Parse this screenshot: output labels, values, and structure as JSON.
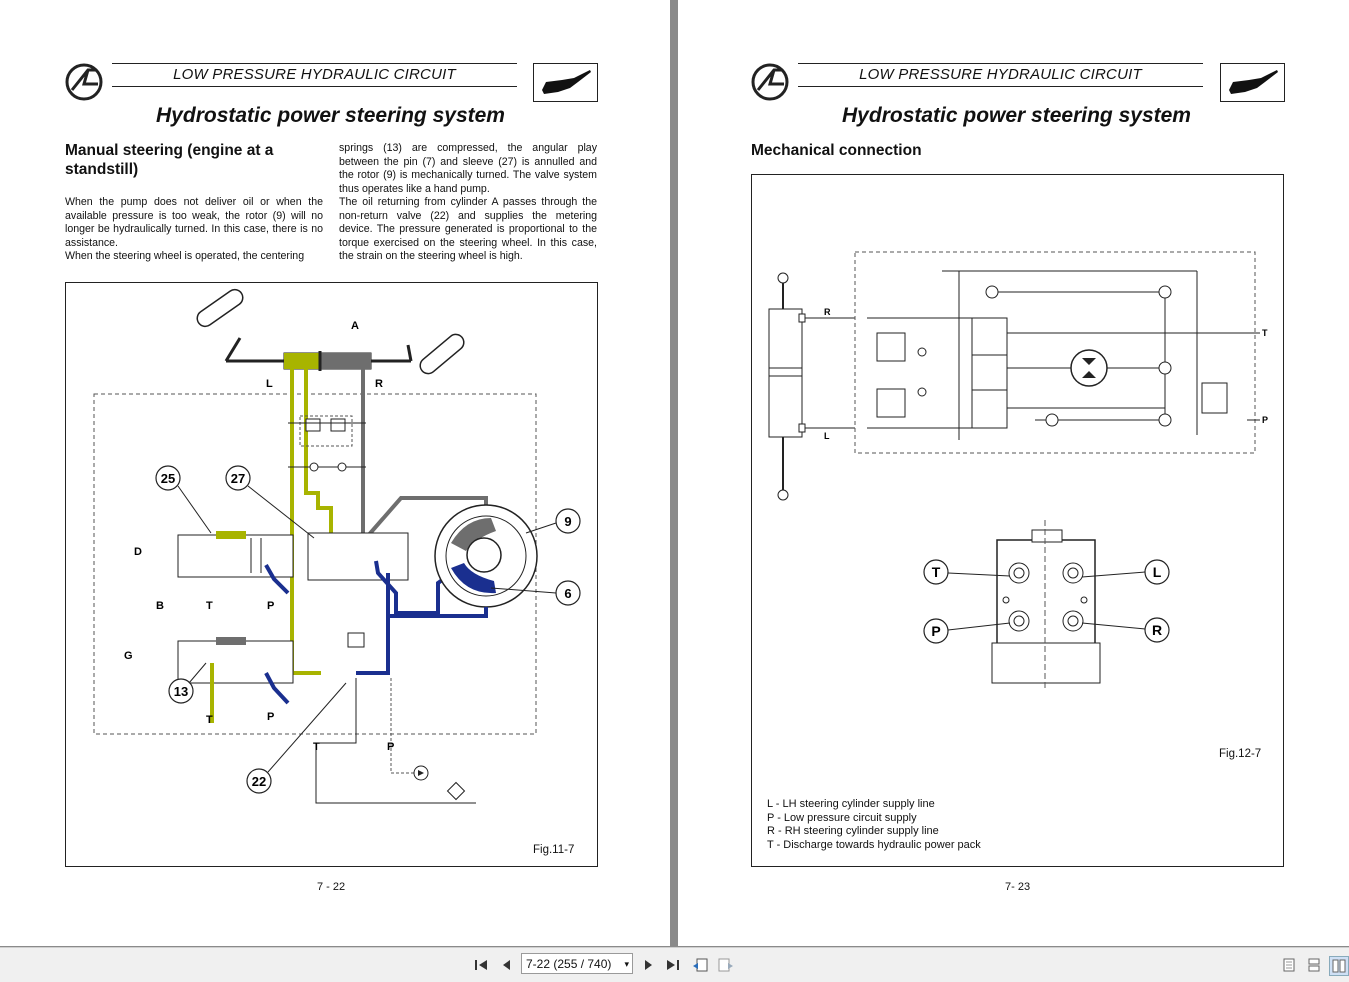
{
  "left_page": {
    "header_title": "LOW PRESSURE HYDRAULIC CIRCUIT",
    "main_title": "Hydrostatic power steering system",
    "section_heading": "Manual steering (engine at a standstill)",
    "col1_para1": "When the pump does not deliver oil or when the available pressure is too weak, the rotor (9) will no longer be hydraulically turned. In this case, there is no assistance.",
    "col1_para2": "When the steering wheel is operated, the centering",
    "col2_para1": "springs (13) are compressed, the angular play between the pin (7) and sleeve (27) is annulled and the rotor (9) is mechanically turned. The valve system thus operates like a hand pump.",
    "col2_para2": "The oil returning from cylinder A passes through the non-return valve (22) and supplies the metering device. The pressure generated is proportional to the torque exercised on the steering wheel. In this case, the strain on the steering wheel is high.",
    "figure": {
      "caption": "Fig.11-7",
      "labels": {
        "A": "A",
        "L": "L",
        "R": "R",
        "D": "D",
        "B": "B",
        "G": "G",
        "T1": "T",
        "P1": "P",
        "T2": "T",
        "P2": "P",
        "T3": "T",
        "P3": "P",
        "n25": "25",
        "n27": "27",
        "n9": "9",
        "n6": "6",
        "n13": "13",
        "n22": "22"
      }
    },
    "page_number": "7 - 22"
  },
  "right_page": {
    "header_title": "LOW PRESSURE HYDRAULIC CIRCUIT",
    "main_title": "Hydrostatic power steering system",
    "section_heading": "Mechanical connection",
    "figure": {
      "caption": "Fig.12-7",
      "labels": {
        "R": "R",
        "L": "L",
        "T": "T",
        "P": "P",
        "cT": "T",
        "cL": "L",
        "cP": "P",
        "cR": "R"
      }
    },
    "legend": [
      "L  - LH steering cylinder supply line",
      "P  - Low pressure circuit supply",
      "R  - RH steering cylinder supply line",
      "T  - Discharge towards hydraulic power pack"
    ],
    "page_number": "7- 23"
  },
  "toolbar": {
    "page_selector": "7-22 (255 / 740)",
    "icons": [
      "first-page-icon",
      "previous-page-icon",
      "next-page-icon",
      "last-page-icon",
      "previous-view-icon",
      "next-view-icon",
      "single-page-icon",
      "continuous-icon",
      "facing-pages-icon"
    ]
  },
  "colors": {
    "olive_line": "#a8b400",
    "blue_line": "#1a2f8f",
    "gray_line": "#6e6e6e",
    "background": "#8a8a8a"
  }
}
